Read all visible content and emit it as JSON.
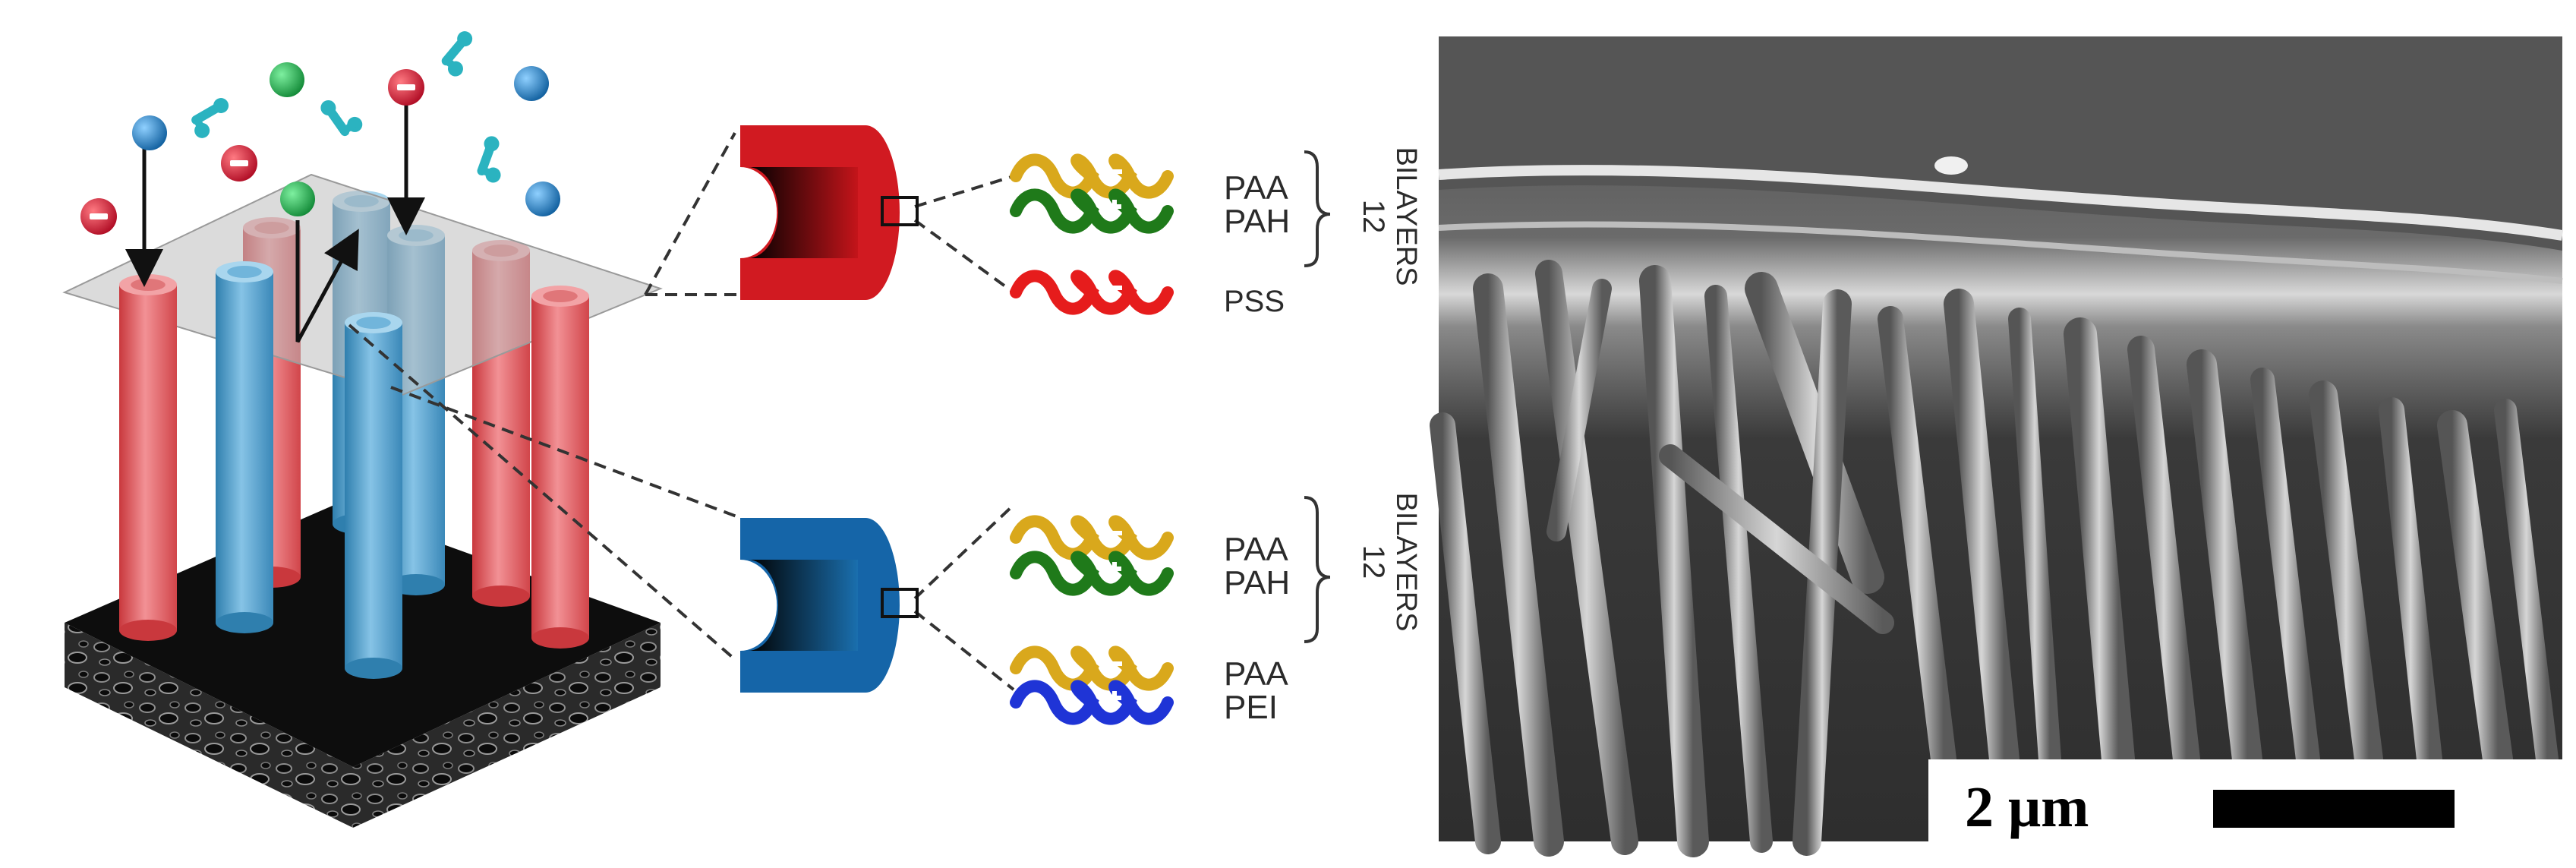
{
  "figure": {
    "top_chain_labels": [
      "PAA",
      "PAH",
      "PSS"
    ],
    "top_bilayer_count": "12",
    "top_bilayer_word": "BILAYERS",
    "bottom_chain_labels": [
      "PAA",
      "PAH",
      "PAA",
      "PEI"
    ],
    "bottom_bilayer_count": "12",
    "bottom_bilayer_word": "BILAYERS",
    "scale_bar_label": "2 μm"
  },
  "colors": {
    "red_rod": "#e8585c",
    "blue_rod": "#4a9ac6",
    "paa": "#d9a81c",
    "pah": "#1f7a1a",
    "pss": "#e61c1c",
    "pei": "#1f34d6",
    "ion_red": "#c8102e",
    "ion_blue": "#1a73b7",
    "ion_green": "#1fa34a",
    "molecule": "#2bb3c0"
  },
  "icons": [
    "minus-ion-icon",
    "neutral-ion-icon",
    "water-molecule-icon",
    "transport-arrow-icon"
  ]
}
